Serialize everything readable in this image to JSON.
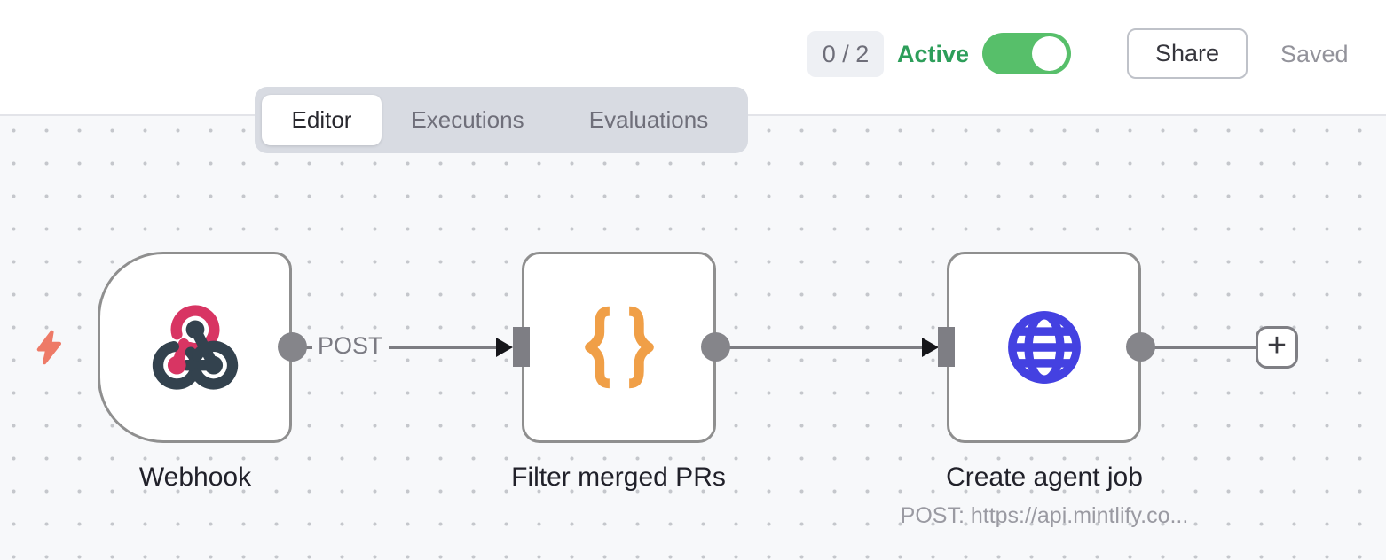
{
  "header": {
    "execution_badge": "0 / 2",
    "active_label": "Active",
    "toggle_state": "on",
    "share_label": "Share",
    "save_status": "Saved"
  },
  "tabs": [
    {
      "label": "Editor",
      "active": true
    },
    {
      "label": "Executions",
      "active": false
    },
    {
      "label": "Evaluations",
      "active": false
    }
  ],
  "workflow": {
    "nodes": [
      {
        "label": "Webhook",
        "icon": "webhook-icon",
        "shape": "trigger",
        "output_label": "POST"
      },
      {
        "label": "Filter merged PRs",
        "icon": "code-braces-icon",
        "shape": "square"
      },
      {
        "label": "Create agent job",
        "icon": "globe-icon",
        "shape": "square",
        "subtitle": "POST: https://api.mintlify.co..."
      }
    ],
    "trigger_indicator": "lightning-bolt-icon",
    "add_node_label": "+"
  },
  "colors": {
    "toggle_green": "#57bf6a",
    "active_text_green": "#2d9e5a",
    "webhook_pink": "#d83563",
    "webhook_dark": "#33424e",
    "code_orange": "#f09f47",
    "http_blue": "#4441e1",
    "bolt_coral": "#ee7a67",
    "connector_gray": "#7d7d82",
    "canvas_bg": "#f7f8fa"
  }
}
